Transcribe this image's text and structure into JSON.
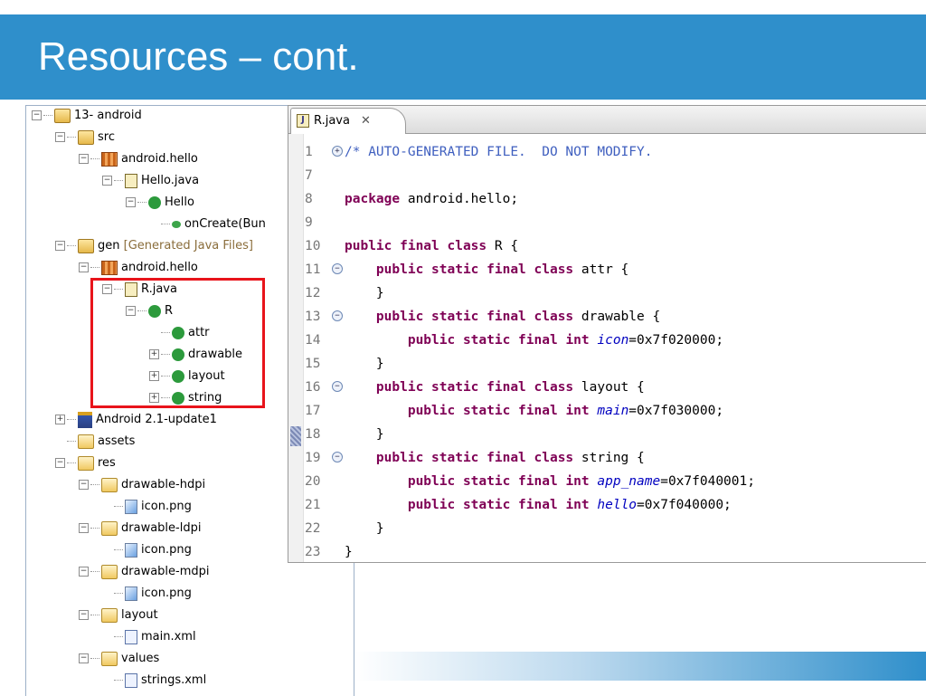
{
  "slide": {
    "title": "Resources – cont."
  },
  "tree": {
    "nodes": [
      {
        "label": "13- android",
        "icon": "project-icon",
        "exp": "−"
      },
      {
        "label": "src",
        "icon": "source-folder-icon",
        "exp": "−"
      },
      {
        "label": "android.hello",
        "icon": "package-icon",
        "exp": "−"
      },
      {
        "label": "Hello.java",
        "icon": "java-file-icon",
        "exp": "−"
      },
      {
        "label": "Hello",
        "icon": "class-icon",
        "exp": "−"
      },
      {
        "label": "onCreate(Bun",
        "icon": "method-icon",
        "exp": ""
      },
      {
        "label": "gen",
        "note": "[Generated Java Files]",
        "icon": "gen-folder-icon",
        "exp": "−"
      },
      {
        "label": "android.hello",
        "icon": "package-icon",
        "exp": "−"
      },
      {
        "label": "R.java",
        "icon": "java-file-icon",
        "exp": "−"
      },
      {
        "label": "R",
        "icon": "final-class-icon",
        "exp": "−"
      },
      {
        "label": "attr",
        "icon": "static-final-class-icon",
        "exp": ""
      },
      {
        "label": "drawable",
        "icon": "static-final-class-icon",
        "exp": "+"
      },
      {
        "label": "layout",
        "icon": "static-final-class-icon",
        "exp": "+"
      },
      {
        "label": "string",
        "icon": "static-final-class-icon",
        "exp": "+"
      },
      {
        "label": "Android 2.1-update1",
        "icon": "library-icon",
        "exp": "+"
      },
      {
        "label": "assets",
        "icon": "folder-icon",
        "exp": ""
      },
      {
        "label": "res",
        "icon": "folder-icon",
        "exp": "−"
      },
      {
        "label": "drawable-hdpi",
        "icon": "folder-icon",
        "exp": "−"
      },
      {
        "label": "icon.png",
        "icon": "png-file-icon",
        "exp": ""
      },
      {
        "label": "drawable-ldpi",
        "icon": "folder-icon",
        "exp": "−"
      },
      {
        "label": "icon.png",
        "icon": "png-file-icon",
        "exp": ""
      },
      {
        "label": "drawable-mdpi",
        "icon": "folder-icon",
        "exp": "−"
      },
      {
        "label": "icon.png",
        "icon": "png-file-icon",
        "exp": ""
      },
      {
        "label": "layout",
        "icon": "folder-icon",
        "exp": "−"
      },
      {
        "label": "main.xml",
        "icon": "xml-file-icon",
        "exp": ""
      },
      {
        "label": "values",
        "icon": "folder-icon",
        "exp": "−"
      },
      {
        "label": "strings.xml",
        "icon": "xml-file-icon",
        "exp": ""
      }
    ]
  },
  "editor": {
    "tab_label": "R.java",
    "tab_close": "✕",
    "lines": [
      {
        "n": "1",
        "fold": "+",
        "code": [
          {
            "t": "cm",
            "s": "/* AUTO-GENERATED FILE.  DO NOT MODIFY."
          }
        ]
      },
      {
        "n": "7",
        "fold": "",
        "code": []
      },
      {
        "n": "8",
        "fold": "",
        "code": [
          {
            "t": "kw",
            "s": "package"
          },
          {
            "t": "",
            "s": " android.hello;"
          }
        ]
      },
      {
        "n": "9",
        "fold": "",
        "code": []
      },
      {
        "n": "10",
        "fold": "",
        "code": [
          {
            "t": "kw",
            "s": "public final class"
          },
          {
            "t": "",
            "s": " R {"
          }
        ]
      },
      {
        "n": "11",
        "fold": "−",
        "code": [
          {
            "t": "",
            "s": "    "
          },
          {
            "t": "kw",
            "s": "public static final class"
          },
          {
            "t": "",
            "s": " attr {"
          }
        ]
      },
      {
        "n": "12",
        "fold": "",
        "code": [
          {
            "t": "",
            "s": "    }"
          }
        ]
      },
      {
        "n": "13",
        "fold": "−",
        "code": [
          {
            "t": "",
            "s": "    "
          },
          {
            "t": "kw",
            "s": "public static final class"
          },
          {
            "t": "",
            "s": " drawable {"
          }
        ]
      },
      {
        "n": "14",
        "fold": "",
        "code": [
          {
            "t": "",
            "s": "        "
          },
          {
            "t": "kw",
            "s": "public static final int"
          },
          {
            "t": "",
            "s": " "
          },
          {
            "t": "fld",
            "s": "icon"
          },
          {
            "t": "",
            "s": "=0x7f020000;"
          }
        ]
      },
      {
        "n": "15",
        "fold": "",
        "code": [
          {
            "t": "",
            "s": "    }"
          }
        ]
      },
      {
        "n": "16",
        "fold": "−",
        "code": [
          {
            "t": "",
            "s": "    "
          },
          {
            "t": "kw",
            "s": "public static final class"
          },
          {
            "t": "",
            "s": " layout {"
          }
        ]
      },
      {
        "n": "17",
        "fold": "",
        "code": [
          {
            "t": "",
            "s": "        "
          },
          {
            "t": "kw",
            "s": "public static final int"
          },
          {
            "t": "",
            "s": " "
          },
          {
            "t": "fld",
            "s": "main"
          },
          {
            "t": "",
            "s": "=0x7f030000;"
          }
        ]
      },
      {
        "n": "18",
        "fold": "",
        "code": [
          {
            "t": "",
            "s": "    }"
          }
        ]
      },
      {
        "n": "19",
        "fold": "−",
        "code": [
          {
            "t": "",
            "s": "    "
          },
          {
            "t": "kw",
            "s": "public static final class"
          },
          {
            "t": "",
            "s": " string {"
          }
        ]
      },
      {
        "n": "20",
        "fold": "",
        "code": [
          {
            "t": "",
            "s": "        "
          },
          {
            "t": "kw",
            "s": "public static final int"
          },
          {
            "t": "",
            "s": " "
          },
          {
            "t": "fld",
            "s": "app_name"
          },
          {
            "t": "",
            "s": "=0x7f040001;"
          }
        ]
      },
      {
        "n": "21",
        "fold": "",
        "code": [
          {
            "t": "",
            "s": "        "
          },
          {
            "t": "kw",
            "s": "public static final int"
          },
          {
            "t": "",
            "s": " "
          },
          {
            "t": "fld",
            "s": "hello"
          },
          {
            "t": "",
            "s": "=0x7f040000;"
          }
        ]
      },
      {
        "n": "22",
        "fold": "",
        "code": [
          {
            "t": "",
            "s": "    }"
          }
        ]
      },
      {
        "n": "23",
        "fold": "",
        "code": [
          {
            "t": "",
            "s": "}"
          }
        ]
      }
    ]
  },
  "colors": {
    "title_bar": "#2f8fcb",
    "keyword": "#7f0055",
    "comment": "#3f5fbf",
    "field": "#0000c0",
    "highlight_box": "#e8141b"
  }
}
